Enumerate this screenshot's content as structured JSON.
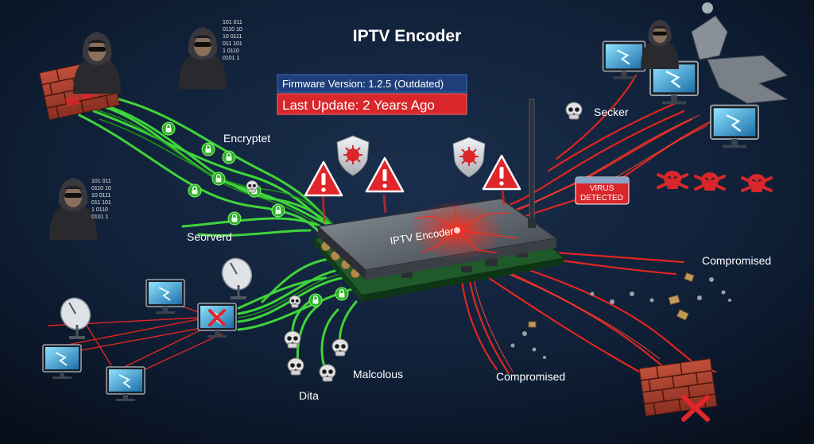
{
  "title": "IPTV Encoder",
  "firmware": {
    "version": "Firmware Version: 1.2.5 (Outdated)",
    "last_update": "Last Update: 2 Years Ago"
  },
  "device": {
    "label": "IPTV Encoder"
  },
  "labels": {
    "encrypted": "Encryptet",
    "secured": "Seorverd",
    "secker": "Secker",
    "virus_line1": "VIRUS",
    "virus_line2": "DETECTED",
    "compromised_right": "Compromised",
    "compromised_bottom": "Compromised",
    "malicious": "Malcolous",
    "data": "Dita"
  },
  "colors": {
    "background": "#0b1626",
    "secure": "#3fd43a",
    "threat": "#e0261f",
    "firmware_bg": "#1e3f7a",
    "update_bg": "#d8262b"
  },
  "icons": [
    "hacker-icon",
    "padlock-icon",
    "warning-icon",
    "virus-shield-icon",
    "skull-icon",
    "satellite-dish-icon",
    "monitor-icon",
    "firewall-icon",
    "antenna-icon",
    "drone-icon"
  ]
}
